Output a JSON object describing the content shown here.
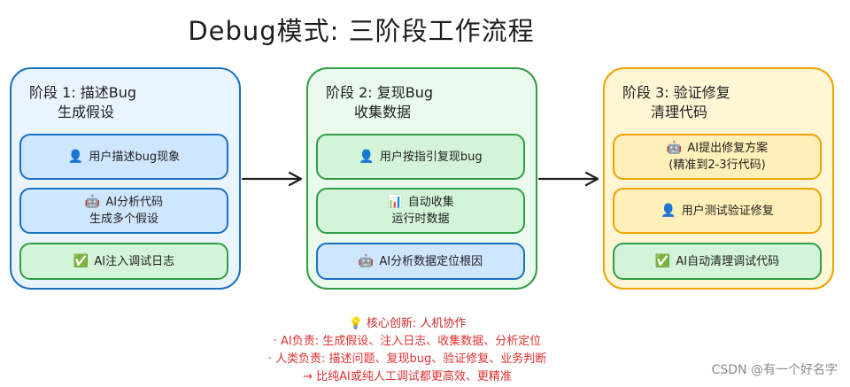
{
  "title": "Debug模式: 三阶段工作流程",
  "colors": {
    "blue": "#1971c2",
    "green": "#2f9e44",
    "yellow": "#f0a300",
    "red": "#e03131"
  },
  "stages": [
    {
      "line1": "阶段 1: 描述Bug",
      "line2": "生成假设",
      "cards": [
        {
          "icon": "👤",
          "icon_name": "user-icon",
          "lines": [
            "用户描述bug现象"
          ],
          "style": "blue"
        },
        {
          "icon": "🤖",
          "icon_name": "robot-icon",
          "lines": [
            "AI分析代码",
            "生成多个假设"
          ],
          "style": "blue"
        },
        {
          "icon": "✅",
          "icon_name": "check-icon",
          "lines": [
            "AI注入调试日志"
          ],
          "style": "green"
        }
      ]
    },
    {
      "line1": "阶段 2: 复现Bug",
      "line2": "收集数据",
      "cards": [
        {
          "icon": "👤",
          "icon_name": "user-icon",
          "lines": [
            "用户按指引复现bug"
          ],
          "style": "green"
        },
        {
          "icon": "📊",
          "icon_name": "chart-icon",
          "lines": [
            "自动收集",
            "运行时数据"
          ],
          "style": "green"
        },
        {
          "icon": "🤖",
          "icon_name": "robot-icon",
          "lines": [
            "AI分析数据定位根因"
          ],
          "style": "blue"
        }
      ]
    },
    {
      "line1": "阶段 3: 验证修复",
      "line2": "清理代码",
      "cards": [
        {
          "icon": "🤖",
          "icon_name": "robot-icon",
          "lines": [
            "AI提出修复方案",
            "(精准到2-3行代码)"
          ],
          "style": "yellow"
        },
        {
          "icon": "👤",
          "icon_name": "user-icon",
          "lines": [
            "用户测试验证修复"
          ],
          "style": "yellow"
        },
        {
          "icon": "✅",
          "icon_name": "check-icon",
          "lines": [
            "AI自动清理调试代码"
          ],
          "style": "green"
        }
      ]
    }
  ],
  "summary": {
    "icon": "💡",
    "heading": "核心创新: 人机协作",
    "ai_line": "· AI负责: 生成假设、注入日志、收集数据、分析定位",
    "human_line": "· 人类负责: 描述问题、复现bug、验证修复、业务判断",
    "conclusion": "→ 比纯AI或纯人工调试都更高效、更精准"
  },
  "watermark": "CSDN @有一个好名字"
}
